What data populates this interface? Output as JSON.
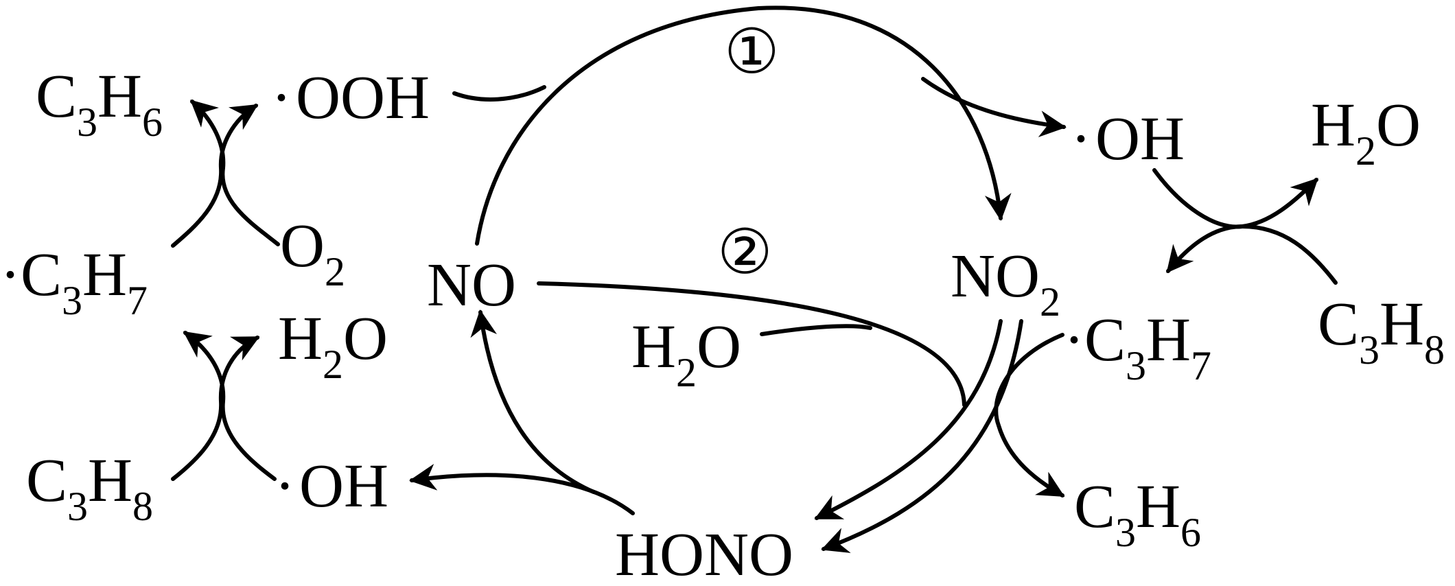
{
  "species": {
    "c3h6_top": {
      "base": "C",
      "n1": "3",
      "mid": "H",
      "n2": "6"
    },
    "ooh": {
      "dot": "·",
      "text": "OOH"
    },
    "c3h7_left": {
      "dot": "·",
      "base": "C",
      "n1": "3",
      "mid": "H",
      "n2": "7"
    },
    "o2": {
      "text": "O",
      "sub": "2"
    },
    "h2o_left": {
      "text": "H",
      "sub": "2",
      "tail": "O"
    },
    "c3h8_left": {
      "base": "C",
      "n1": "3",
      "mid": "H",
      "n2": "8"
    },
    "oh_left": {
      "dot": "·",
      "text": "OH"
    },
    "no": {
      "text": "NO"
    },
    "hono": {
      "text": "HONO"
    },
    "h2o_center": {
      "text": "H",
      "sub": "2",
      "tail": "O"
    },
    "no2": {
      "text": "NO",
      "sub": "2"
    },
    "oh_right": {
      "dot": "·",
      "text": "OH"
    },
    "h2o_right": {
      "text": "H",
      "sub": "2",
      "tail": "O"
    },
    "c3h7_right": {
      "dot": "·",
      "base": "C",
      "n1": "3",
      "mid": "H",
      "n2": "7"
    },
    "c3h8_right": {
      "base": "C",
      "n1": "3",
      "mid": "H",
      "n2": "8"
    },
    "c3h6_bottom": {
      "base": "C",
      "n1": "3",
      "mid": "H",
      "n2": "6"
    }
  },
  "pathway_labels": {
    "path1": "①",
    "path2": "②"
  }
}
